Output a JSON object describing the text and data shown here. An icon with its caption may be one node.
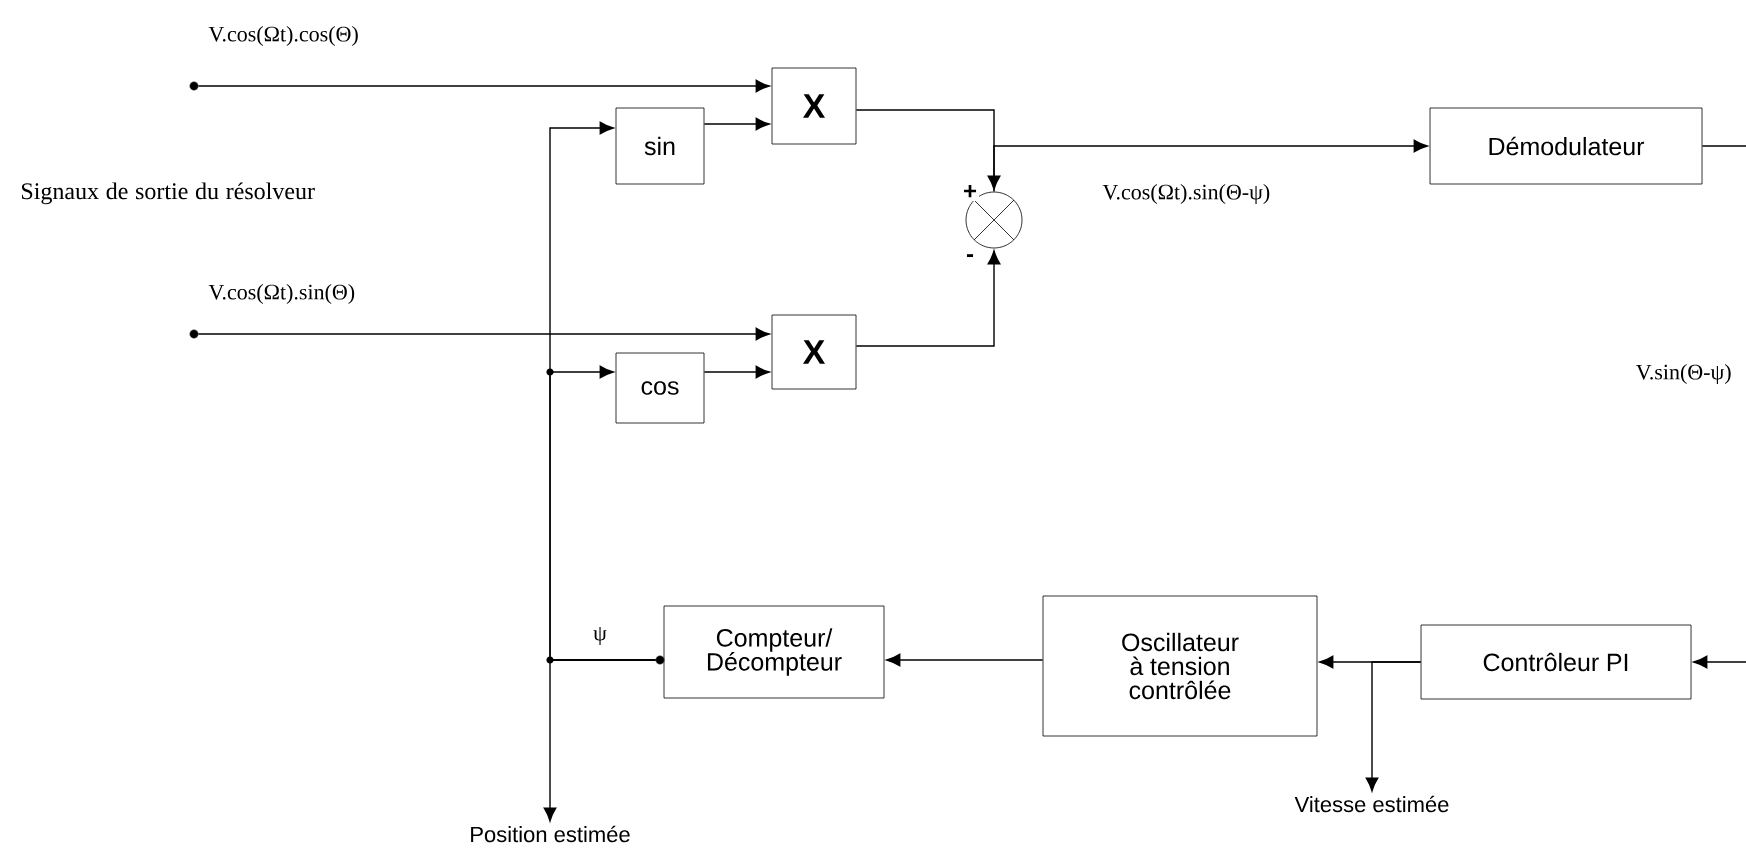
{
  "diagram": {
    "nodes": [
      {
        "text": [
          "X"
        ]
      },
      {
        "text": [
          "X"
        ]
      },
      {
        "text": [
          "sin"
        ]
      },
      {
        "text": [
          "cos"
        ]
      },
      {
        "text": [],
        "shape": "circle"
      },
      {
        "text": [
          "Démodulateur"
        ]
      },
      {
        "text": [
          "Compteur/ Décompteur"
        ]
      },
      {
        "text": [
          "Oscillateur à tension contrôlée"
        ]
      },
      {
        "text": [
          "Contrôleur PI"
        ]
      },
      {
        "text": [
          "Position estimée"
        ]
      },
      {
        "text": [
          "Vitesse estimée"
        ]
      },
      {
        "text": [],
        "shape": "circle"
      },
      {
        "text": [],
        "shape": "circle"
      },
      {
        "text": [],
        "shape": "circle"
      }
    ],
    "edges": [
      {
        "from": 11,
        "to": 0,
        "arrow": "to",
        "label": "V.cos(Ωt).cos(Θ)"
      },
      {
        "from": 12,
        "to": 1,
        "arrow": "to",
        "label": "V.cos(Ωt).sin(Θ)"
      },
      {
        "from": 2,
        "to": 0,
        "arrow": "to"
      },
      {
        "from": 3,
        "to": 1,
        "arrow": "to"
      },
      {
        "from": 13,
        "to": 2,
        "arrow": "to"
      },
      {
        "from": 13,
        "to": 3,
        "arrow": "to"
      },
      {
        "from": 13,
        "to": 9,
        "arrow": "to",
        "label": "ψ"
      },
      {
        "from": 0,
        "to": 4,
        "arrow": "to",
        "label": "+"
      },
      {
        "from": 1,
        "to": 4,
        "arrow": "to",
        "label": "-"
      },
      {
        "from": 4,
        "to": 5,
        "arrow": "to",
        "label": "V.cos(Ωt).sin(Θ-ψ)"
      },
      {
        "from": 5,
        "to": null,
        "arrow": "none"
      },
      {
        "from": 7,
        "to": 6,
        "arrow": "to"
      },
      {
        "from": 8,
        "to": 7,
        "arrow": "to"
      },
      {
        "from": 8,
        "to": 10,
        "arrow": "to"
      },
      {
        "from": null,
        "to": 8,
        "arrow": "to"
      }
    ],
    "labels": [
      "Signaux de sortie du résolveur",
      "V.sin(Θ-ψ)"
    ]
  }
}
